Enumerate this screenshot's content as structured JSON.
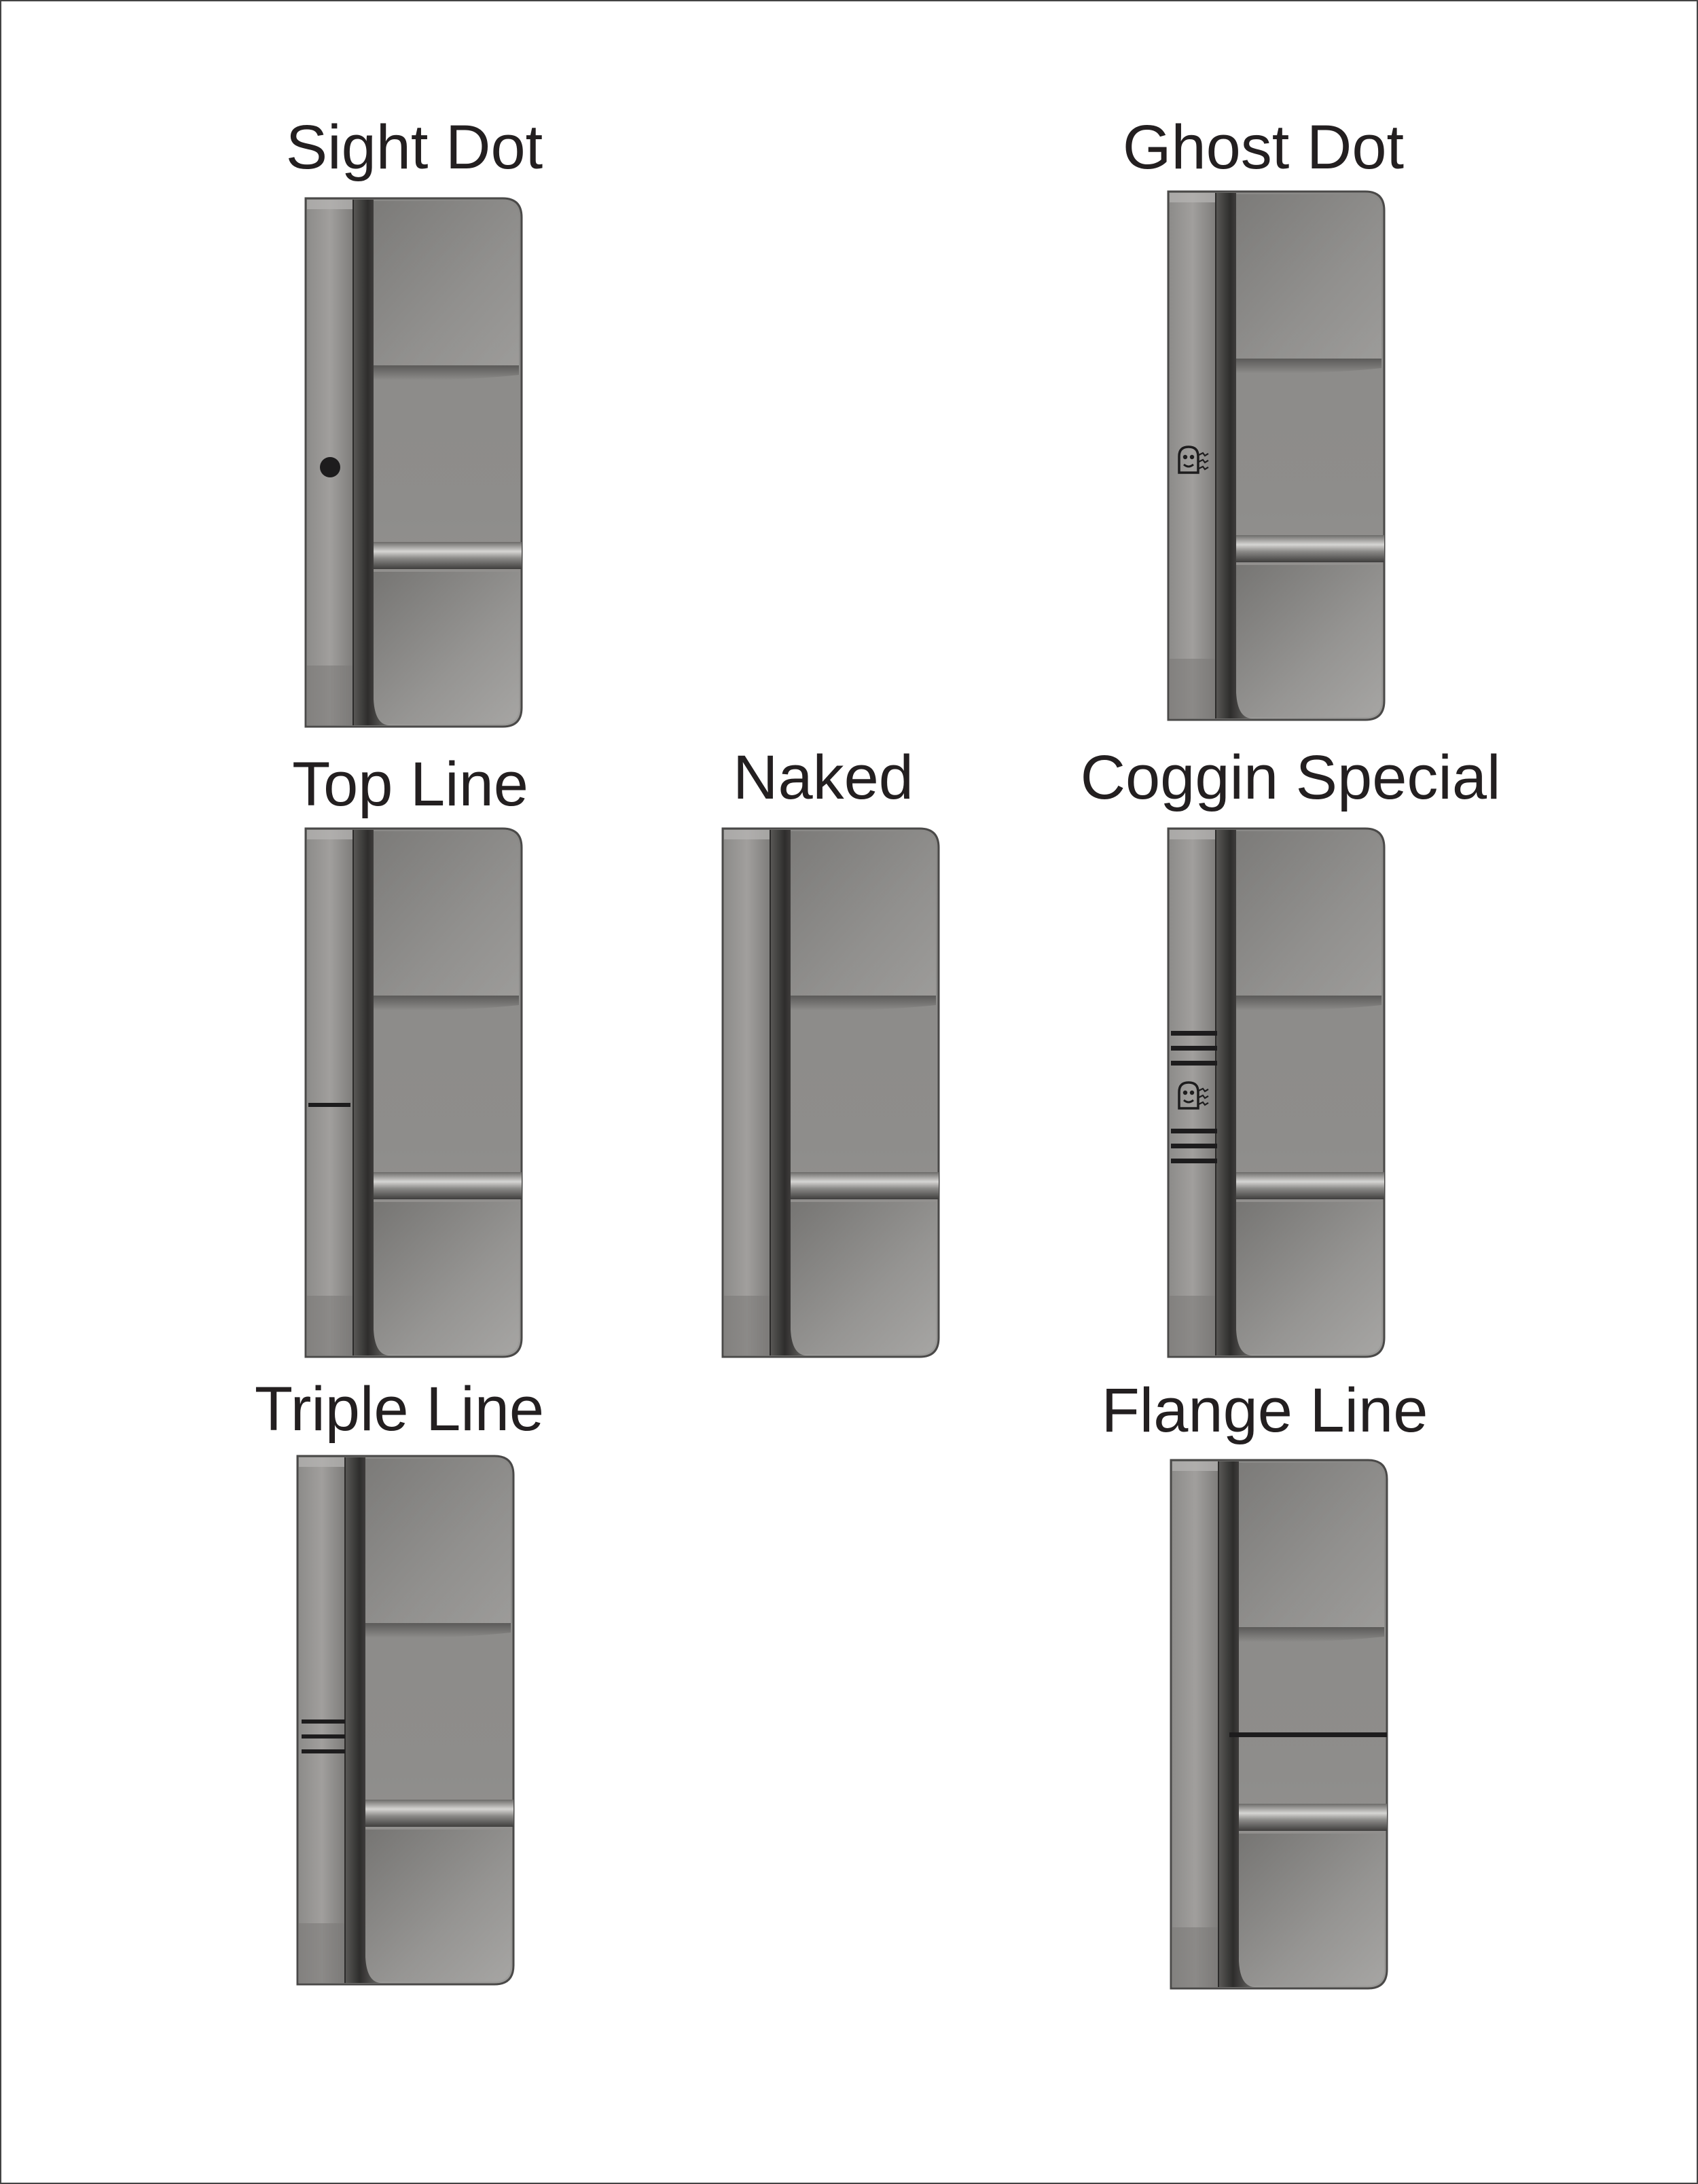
{
  "title": "Putter Alignment Options",
  "options": [
    {
      "id": "sight-dot",
      "label": "Sight Dot",
      "marking": "dot"
    },
    {
      "id": "ghost-dot",
      "label": "Ghost Dot",
      "marking": "ghost"
    },
    {
      "id": "top-line",
      "label": "Top Line",
      "marking": "top-line"
    },
    {
      "id": "naked",
      "label": "Naked",
      "marking": "none"
    },
    {
      "id": "coggin-special",
      "label": "Coggin Special",
      "marking": "ghost-with-stripes"
    },
    {
      "id": "triple-line",
      "label": "Triple Line",
      "marking": "triple-line"
    },
    {
      "id": "flange-line",
      "label": "Flange Line",
      "marking": "flange-line"
    }
  ],
  "colors": {
    "background": "#ffffff",
    "border": "#444444",
    "label_text": "#231f20",
    "steel_light": "#9d9c99",
    "steel_mid": "#8a8987",
    "steel_dark": "#3a3938",
    "outline": "#4a4948",
    "marking": "#1d1c1d"
  }
}
